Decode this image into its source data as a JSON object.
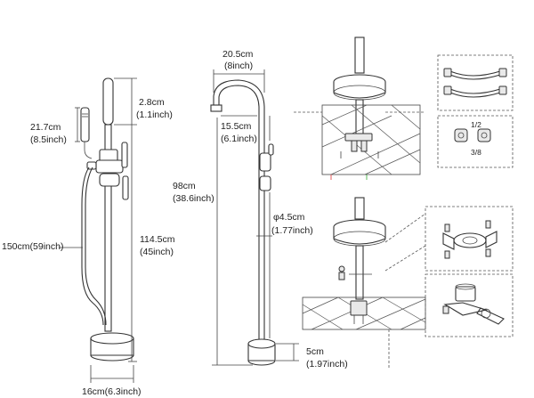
{
  "dimensions": {
    "spout_width": {
      "cm": "20.5cm",
      "inch": "(8inch)"
    },
    "spout_reach": {
      "cm": "15.5cm",
      "inch": "(6.1inch)"
    },
    "total_height": {
      "cm": "98cm",
      "inch": "(38.6inch)"
    },
    "pipe_diameter": {
      "cm": "φ4.5cm",
      "inch": "(1.77inch)"
    },
    "base_height": {
      "cm": "5cm",
      "inch": "(1.97inch)"
    },
    "head_top": {
      "cm": "2.8cm",
      "inch": "(1.1inch)"
    },
    "handshower_length": {
      "cm": "21.7cm",
      "inch": "(8.5inch)"
    },
    "hose_length": {
      "cm": "150cm(59inch)"
    },
    "stand_height": {
      "cm": "114.5cm",
      "inch": "(45inch)"
    },
    "base_diameter": {
      "cm": "16cm(6.3inch)"
    }
  },
  "fittings": {
    "size_top": "1/2",
    "size_bottom": "3/8"
  }
}
